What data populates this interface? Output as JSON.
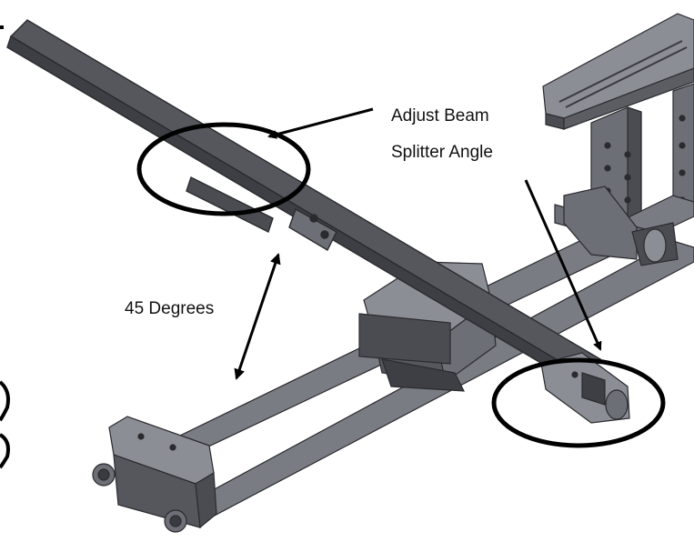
{
  "diagram": {
    "annotations": {
      "beam_splitter_line1": "Adjust Beam",
      "beam_splitter_line2": "Splitter Angle",
      "angle_label": "45 Degrees"
    },
    "colors": {
      "part_fill": "#6d6f76",
      "part_dark": "#4a4c52",
      "part_light": "#8c8e95",
      "beam_fill": "#55575d",
      "outline": "#2a2b2f",
      "annotation": "#000000"
    }
  }
}
